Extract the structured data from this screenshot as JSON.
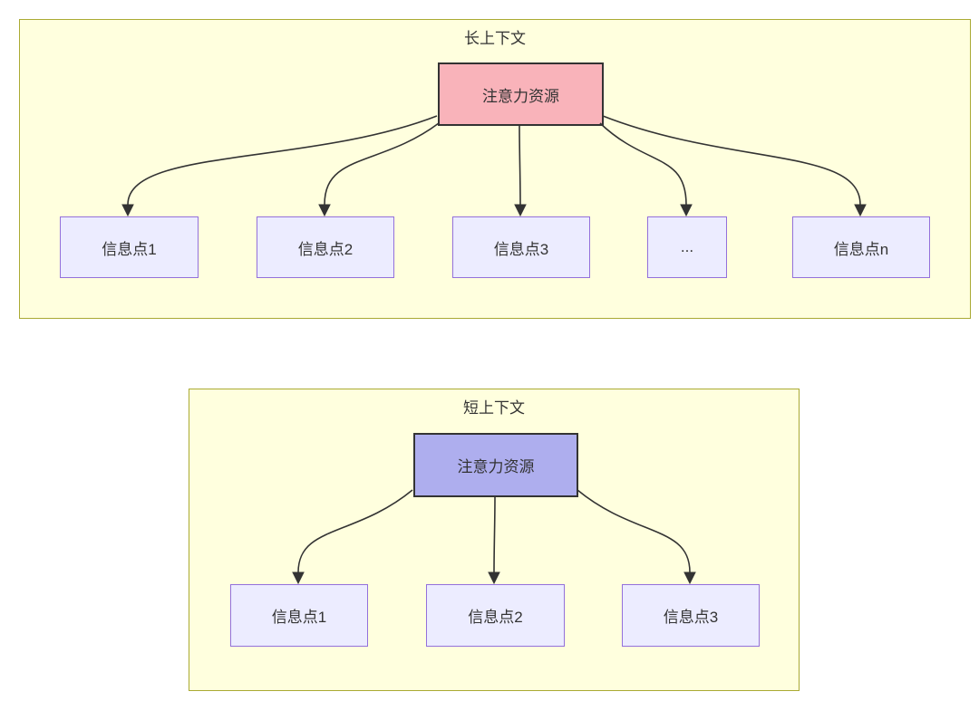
{
  "colors": {
    "container_fill": "#ffffde",
    "container_border": "#aaaa33",
    "node_fill": "#ececff",
    "node_border": "#9370db",
    "attention_long_fill": "#f9b3ba",
    "attention_short_fill": "#aeaeee",
    "attention_border": "#333333",
    "edge_color": "#333333",
    "text_color": "#333333"
  },
  "diagrams": {
    "long": {
      "title": "长上下文",
      "attention_label": "注意力资源",
      "nodes": [
        "信息点1",
        "信息点2",
        "信息点3",
        "...",
        "信息点n"
      ]
    },
    "short": {
      "title": "短上下文",
      "attention_label": "注意力资源",
      "nodes": [
        "信息点1",
        "信息点2",
        "信息点3"
      ]
    }
  }
}
